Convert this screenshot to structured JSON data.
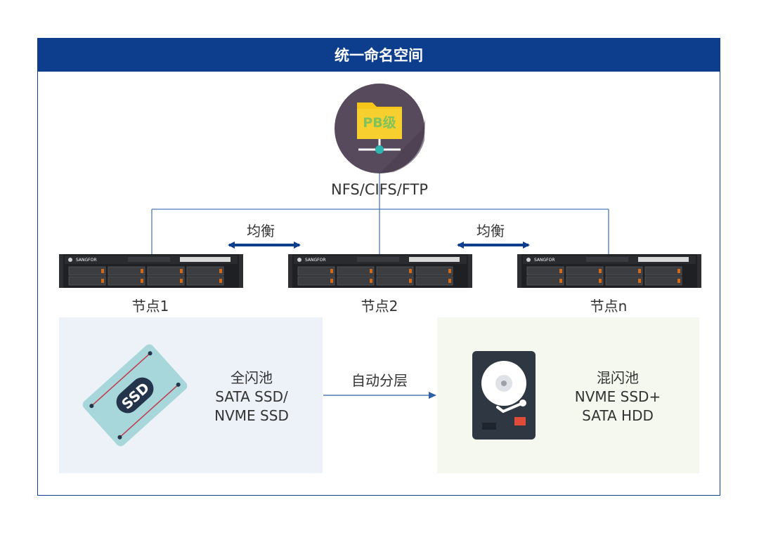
{
  "header": {
    "title": "统一命名空间"
  },
  "storage": {
    "badge": "PB级",
    "protocols": "NFS/CIFS/FTP"
  },
  "balance": {
    "left": "均衡",
    "right": "均衡"
  },
  "nodes": [
    {
      "label": "节点1",
      "brand": "SANGFOR"
    },
    {
      "label": "节点2",
      "brand": "SANGFOR"
    },
    {
      "label": "节点n",
      "brand": "SANGFOR"
    }
  ],
  "tiering": {
    "label": "自动分层"
  },
  "pools": {
    "ssd": {
      "name": "全闪池",
      "line1": "SATA SSD/",
      "line2": "NVME SSD",
      "icon_text": "SSD"
    },
    "hybrid": {
      "name": "混闪池",
      "line1": "NVME SSD+",
      "line2": "SATA HDD"
    }
  },
  "colors": {
    "header": "#0d3e8e",
    "connector": "#4a7bb7",
    "circle": "#584a5d",
    "folder": "#f5c51a",
    "ssd": "#a8d7db",
    "hdd_body": "#2f3743",
    "ssd_panel": "#edf2f8",
    "hdd_panel": "#f4f8ef"
  }
}
